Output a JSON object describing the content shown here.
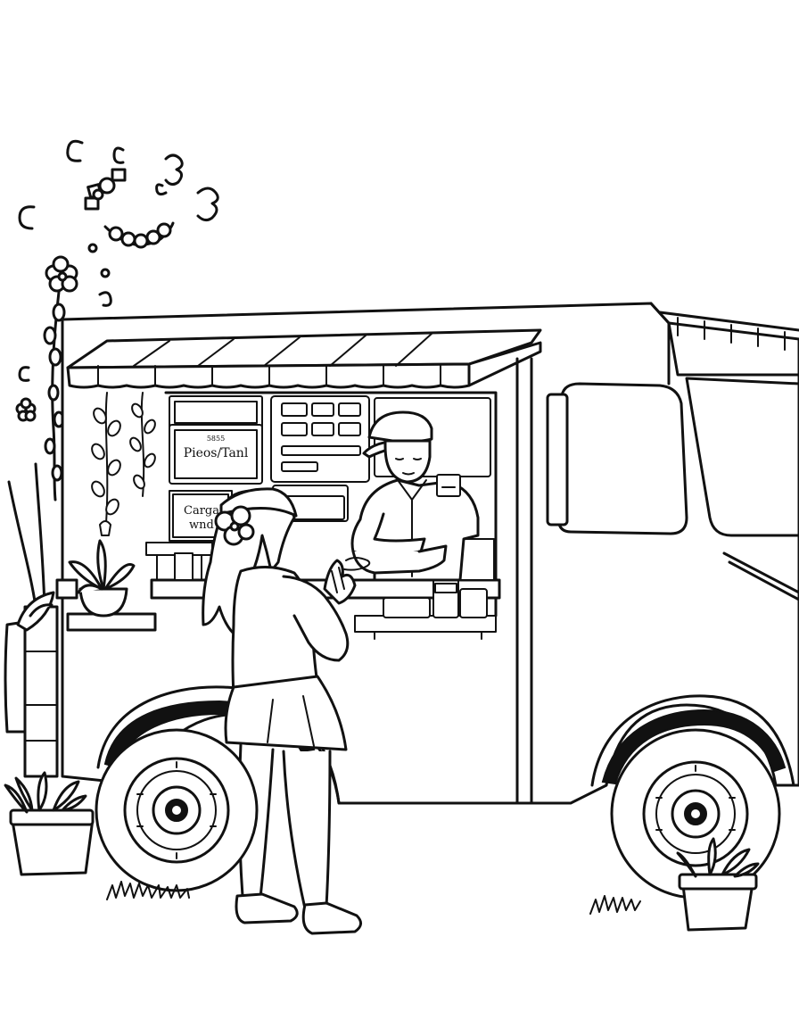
{
  "scene": {
    "description_free": true,
    "signs": {
      "menu_small": "5855",
      "menu_main": "Pieos/Tanl",
      "board_line1": "Cargatt",
      "board_line2": "wnd"
    },
    "colors": {
      "line": "#111111",
      "background": "#ffffff"
    }
  }
}
